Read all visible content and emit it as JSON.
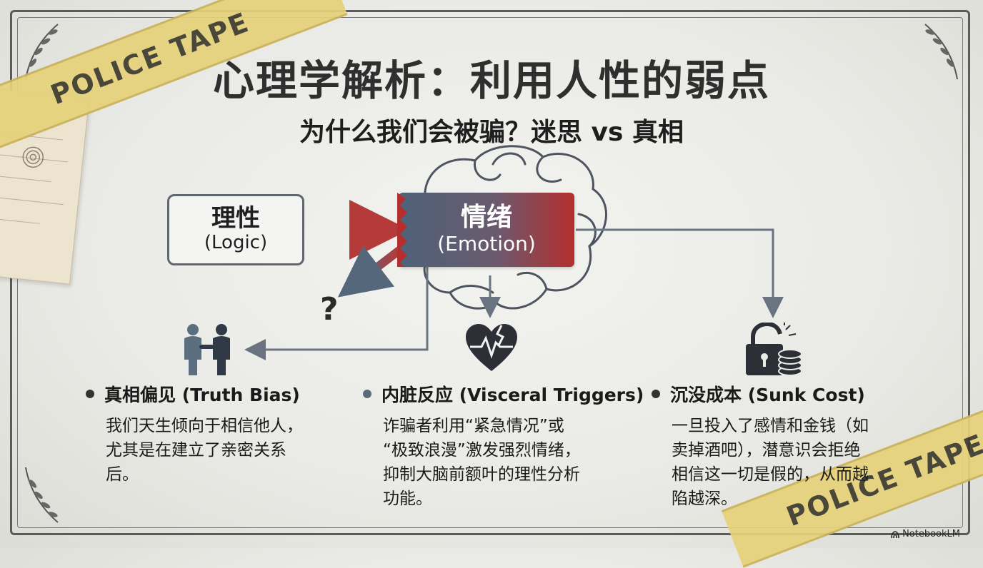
{
  "header": {
    "title": "心理学解析：利用人性的弱点",
    "subtitle": "为什么我们会被骗？迷思 vs 真相"
  },
  "decor": {
    "tape_text": "POLICE TAPE",
    "tape_color": "#e6d27a"
  },
  "diagram": {
    "logic_zh": "理性",
    "logic_en": "(Logic)",
    "emotion_zh": "情绪",
    "emotion_en": "(Emotion)",
    "question_mark": "?",
    "emotion_color_start": "#4d6279",
    "emotion_color_end": "#b52e2e"
  },
  "columns": [
    {
      "icon": "handshake-people-icon",
      "heading": "真相偏见 (Truth Bias)",
      "lines": [
        "我们天生倾向于相信他人，",
        "尤其是在建立了亲密关系",
        "后。"
      ]
    },
    {
      "icon": "heart-pulse-icon",
      "heading": "内脏反应 (Visceral Triggers)",
      "lines": [
        "诈骗者利用“紧急情况”或",
        "“极致浪漫”激发强烈情绪，",
        "抑制大脑前额叶的理性分析",
        "功能。"
      ]
    },
    {
      "icon": "lock-coins-icon",
      "heading": "沉没成本 (Sunk Cost)",
      "lines": [
        "一旦投入了感情和金钱（如",
        "卖掉酒吧），潜意识会拒绝",
        "相信这一切是假的，从而越",
        "陷越深。"
      ]
    }
  ],
  "footer": {
    "brand": "NotebookLM"
  }
}
